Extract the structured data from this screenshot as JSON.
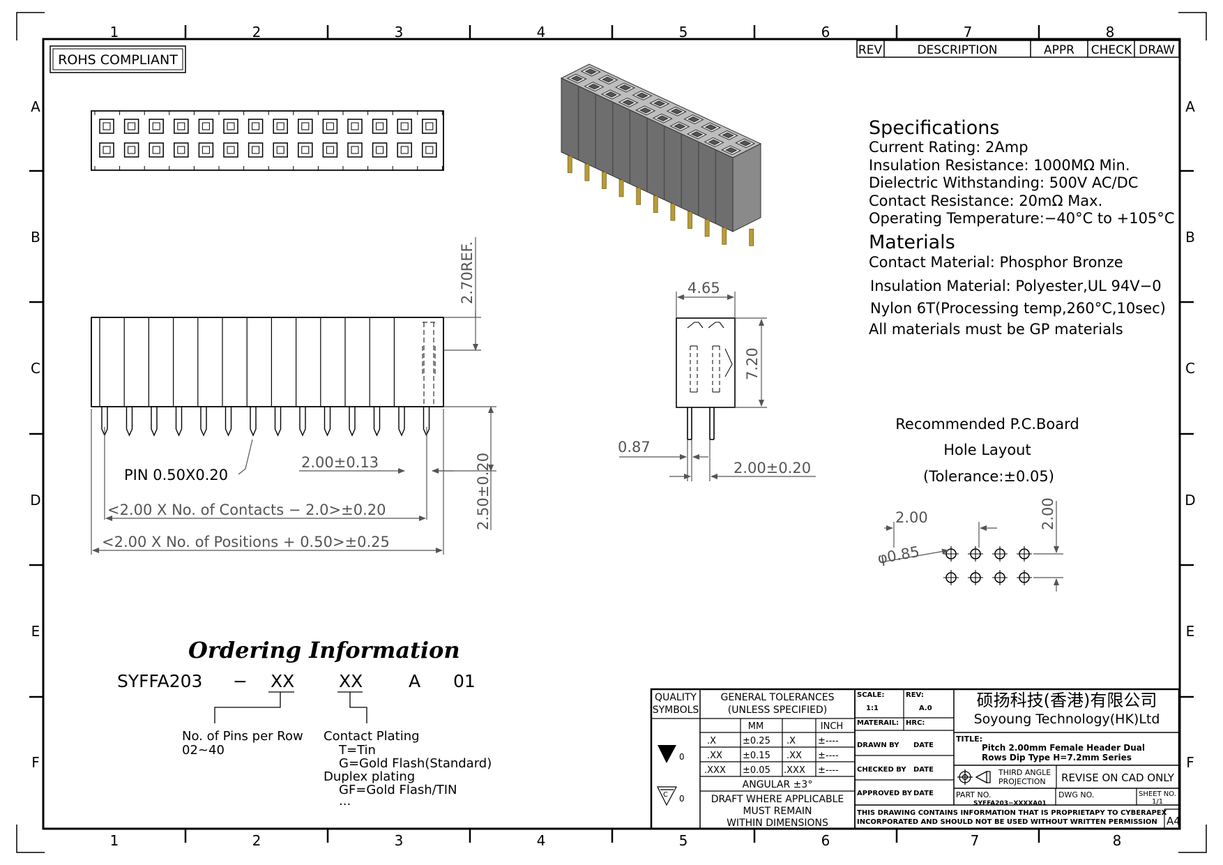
{
  "border": {
    "cols": [
      "1",
      "2",
      "3",
      "4",
      "5",
      "6",
      "7",
      "8"
    ],
    "rows": [
      "A",
      "B",
      "C",
      "D",
      "E",
      "F"
    ]
  },
  "rohs_label": "ROHS COMPLIANT",
  "revision_table": {
    "rev": "REV",
    "description": "DESCRIPTION",
    "appr": "APPR",
    "check": "CHECK",
    "draw": "DRAW"
  },
  "specifications": {
    "heading": "Specifications",
    "lines": [
      "Current  Rating:   2Amp",
      "Insulation  Resistance:   1000MΩ  Min.",
      "Dielectric  Withstanding:   500V  AC/DC",
      "Contact  Resistance:   20mΩ  Max.",
      "Operating  Temperature:−40°C  to  +105°C"
    ]
  },
  "materials": {
    "heading": "Materials",
    "lines": [
      "Contact  Material:  Phosphor  Bronze",
      "Insulation  Material:  Polyester,UL  94V−0",
      "Nylon  6T(Processing  temp,260°C,10sec)",
      "All  materials  must  be  GP  materials"
    ]
  },
  "dimensions": {
    "ref_270": "2.70REF.",
    "pin": "PIN  0.50X0.20",
    "pitch_013": "2.00±0.13",
    "contacts_formula": "<2.00  X  No.  of  Contacts  −  2.0>±0.20",
    "positions_formula": "<2.00  X  No.  of  Positions  +  0.50>±0.25",
    "tail_250": "2.50±0.20",
    "width_465": "4.65",
    "height_720": "7.20",
    "offset_087": "0.87",
    "pitch_020": "2.00±0.20"
  },
  "pcb_layout": {
    "title_lines": [
      "Recommended  P.C.Board",
      "Hole  Layout",
      "(Tolerance:±0.05)"
    ],
    "pitch_h": "2.00",
    "pitch_v": "2.00",
    "hole_dia": "φ0.85"
  },
  "ordering": {
    "heading": "Ordering Information",
    "part_segments": [
      "SYFFA203",
      "−",
      "XX",
      "XX",
      "A",
      "01"
    ],
    "pins_label": "No.  of  Pins  per  Row",
    "pins_range": "02~40",
    "plating_lines": [
      "Contact  Plating",
      "T=Tin",
      "G=Gold  Flash(Standard)",
      "Duplex  plating",
      "GF=Gold  Flash/TIN",
      "..."
    ]
  },
  "title_block": {
    "quality_symbols": [
      "QUALITY",
      "SYMBOLS"
    ],
    "general_tolerances": [
      "GENERAL  TOLERANCES",
      "(UNLESS  SPECIFIED)"
    ],
    "mm": "MM",
    "inch": "INCH",
    "tol_rows": [
      {
        "mm_key": ".X",
        "mm_val": "±0.25",
        "in_key": ".X",
        "in_val": "±----"
      },
      {
        "mm_key": ".XX",
        "mm_val": "±0.15",
        "in_key": ".XX",
        "in_val": "±----"
      },
      {
        "mm_key": ".XXX",
        "mm_val": "±0.05",
        "in_key": ".XXX",
        "in_val": "±----"
      }
    ],
    "angular": "ANGULAR  ±3°",
    "draft_lines": [
      "DRAFT  WHERE  APPLICABLE",
      "MUST  REMAIN",
      "WITHIN  DIMENSIONS"
    ],
    "sym1_sub": "0",
    "sym2_letter": "C",
    "sym2_sub": "0",
    "scale_label": "SCALE:",
    "scale_value": "1:1",
    "rev_label": "REV:",
    "rev_value": "A.0",
    "material_label": "MATERAIL:",
    "hrc_label": "HRC:",
    "drawn_by": "DRAWN  BY",
    "checked_by": "CHECKED  BY",
    "approved_by": "APPROVED  BY",
    "date": "DATE",
    "company_cn": "硕扬科技(香港)有限公司",
    "company_en": "Soyoung  Technology(HK)Ltd",
    "title_label": "TITLE:",
    "title_lines": [
      "Pitch  2.00mm  Female  Header  Dual",
      "Rows  Dip  Type  H=7.2mm  Series"
    ],
    "projection": [
      "THIRD  ANGLE",
      "PROJECTION"
    ],
    "revise": "REVISE  ON  CAD  ONLY",
    "part_no_label": "PART  NO.",
    "part_no": "SYFFA203−XXXXA01",
    "dwg_no_label": "DWG  NO.",
    "sheet_no_label": "SHEET  NO.",
    "sheet_no": "1/1",
    "proprietary": [
      "THIS  DRAWING  CONTAINS  INFORMATION  THAT  IS  PROPRIETAPY  TO  CYBERAPEX",
      "INCORPORATED  AND  SHOULD  NOT  BE  USED  WITHOUT  WRITTEN  PERMISSION"
    ],
    "paper_size": "A4"
  }
}
